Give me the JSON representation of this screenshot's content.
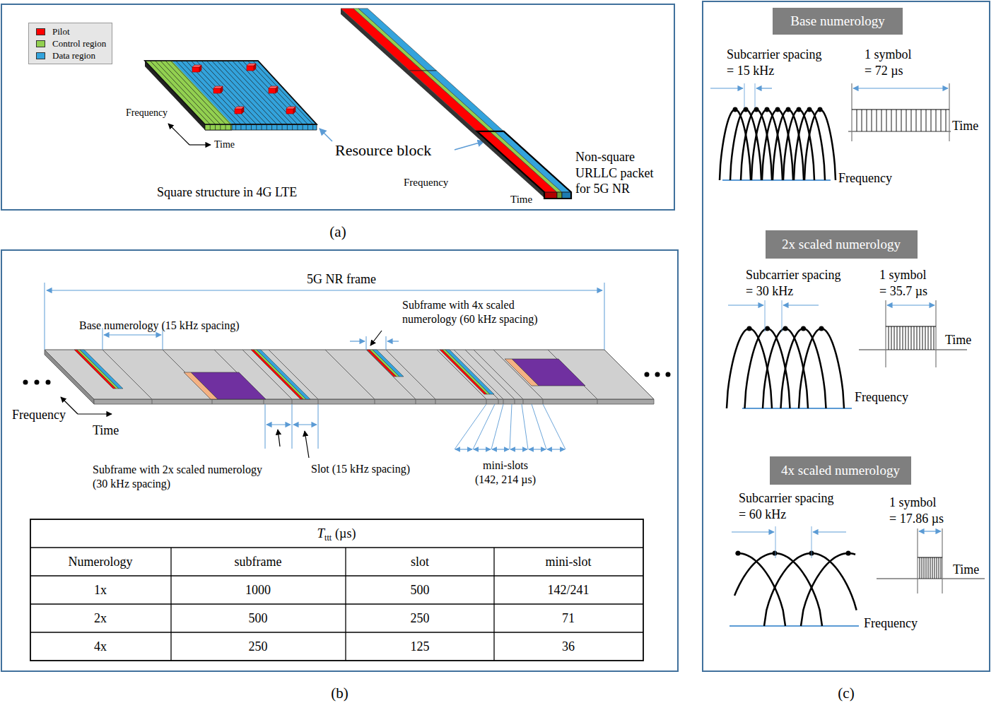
{
  "diagram": {
    "nodes": [
      {
        "text": [
          "(a)"
        ]
      },
      {
        "text": [
          "(b)"
        ]
      },
      {
        "text": [
          "(c)"
        ]
      },
      {
        "text": [
          "Base numerology"
        ],
        "in": 2
      },
      {
        "text": [
          "2x scaled numerology"
        ],
        "in": 2
      },
      {
        "text": [
          "4x scaled numerology"
        ],
        "in": 2
      }
    ],
    "labels": [
      "Frequency",
      "Time",
      "Resource block",
      "Square structure in 4G LTE",
      "Frequency",
      "Time",
      "Non-square URLLC packet for 5G NR",
      "5G NR frame",
      "Base numerology (15 kHz spacing)",
      "Subframe with 4x scaled numerology (60 kHz spacing)",
      "Frequency",
      "Time",
      "Subframe with 2x scaled numerology (30 kHz spacing)",
      "Slot (15 kHz spacing)",
      "mini-slots (142, 214 µs)",
      "T",
      "ttt",
      "(µs)",
      "Numerology",
      "subframe",
      "slot",
      "mini-slot",
      "1x",
      "1000",
      "500",
      "142/241",
      "2x",
      "500",
      "250",
      "71",
      "4x",
      "250",
      "125",
      "36",
      "Subcarrier spacing = 15 kHz",
      "1 symbol = 72 µs",
      "Time",
      "Frequency",
      "Subcarrier spacing = 30 kHz",
      "1 symbol = 35.7 µs",
      "Time",
      "Frequency",
      "Subcarrier spacing = 60 kHz",
      "1 symbol = 17.86 µs",
      "Time",
      "Frequency"
    ],
    "legend": [
      {
        "text": "Pilot",
        "color": "#ff0000"
      },
      {
        "text": "Control region",
        "color": "#92d050"
      },
      {
        "text": "Data region",
        "color": "#33a3dc"
      }
    ]
  }
}
